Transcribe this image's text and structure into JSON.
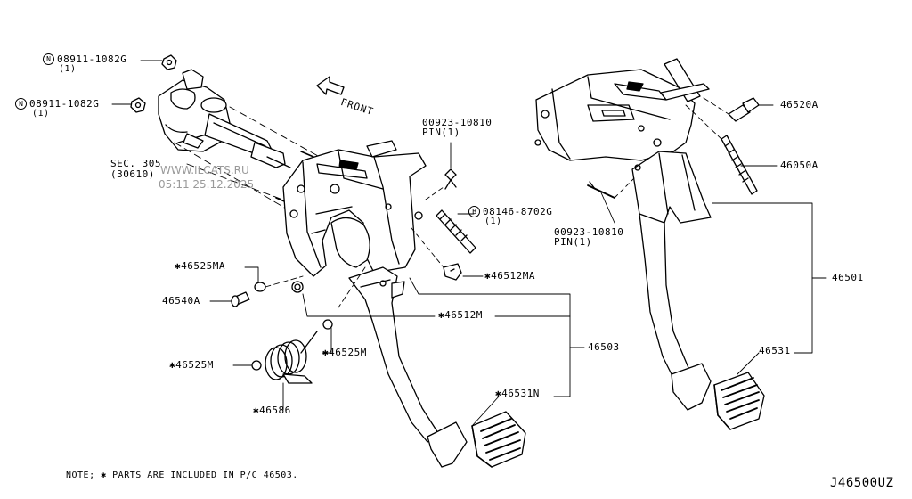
{
  "labels": {
    "part_08911_a": "08911-1082G",
    "part_08911_a_qty": "(1)",
    "part_08911_b": "08911-1082G",
    "part_08911_b_qty": "(1)",
    "sec_305": "SEC. 305",
    "sec_30610": "(30610)",
    "front": "FRONT",
    "pin_a": "00923-10810",
    "pin_a_qty": "PIN(1)",
    "bolt_08146": "08146-8702G",
    "bolt_08146_qty": "(1)",
    "pin_b": "00923-10810",
    "pin_b_qty": "PIN(1)",
    "p46520A": "46520A",
    "p46050A": "46050A",
    "p46501": "46501",
    "p46531": "46531",
    "p46525MA": "✱46525MA",
    "p46540A": "46540A",
    "p46512MA": "✱46512MA",
    "p46512M": "✱46512M",
    "p46503": "46503",
    "p46525M_a": "✱46525M",
    "p46525M_b": "✱46525M",
    "p46531N": "✱46531N",
    "p46586": "✱46586",
    "circle_n": "N",
    "circle_b": "B"
  },
  "note": "NOTE; ✱ PARTS ARE INCLUDED IN P/C 46503.",
  "diagram_code": "J46500UZ",
  "watermark": {
    "site": "WWW.ILCATS.RU",
    "timestamp": "05:11 25.12.2025"
  }
}
